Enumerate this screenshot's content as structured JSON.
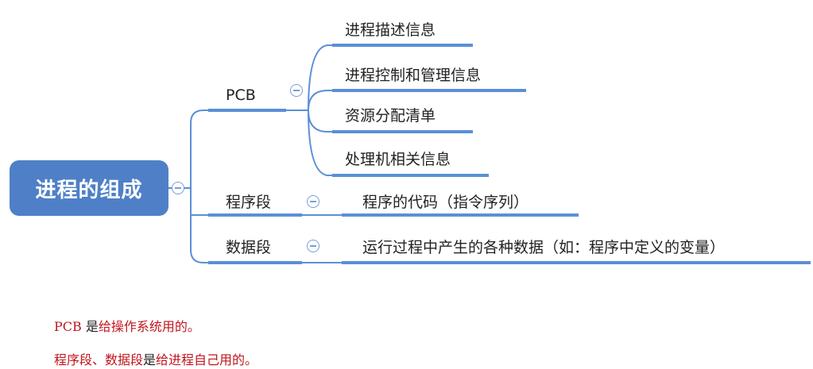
{
  "mindmap": {
    "root": "进程的组成",
    "pcb": {
      "label": "PCB",
      "children": [
        "进程描述信息",
        "进程控制和管理信息",
        "资源分配清单",
        "处理机相关信息"
      ]
    },
    "program_segment": {
      "label": "程序段",
      "child": "程序的代码（指令序列）"
    },
    "data_segment": {
      "label": "数据段",
      "child": "运行过程中产生的各种数据（如：程序中定义的变量）"
    }
  },
  "notes": {
    "line1": {
      "part1": "PCB",
      "part2": "是",
      "part3": "给操作系统用的。"
    },
    "line2": {
      "part1": "程序段、数据段",
      "part2": "是",
      "part3": "给进程自己用的。"
    }
  },
  "colors": {
    "root_fill": "#4f80c7",
    "connector": "#5b8fd6",
    "highlight": "#c0161d"
  }
}
